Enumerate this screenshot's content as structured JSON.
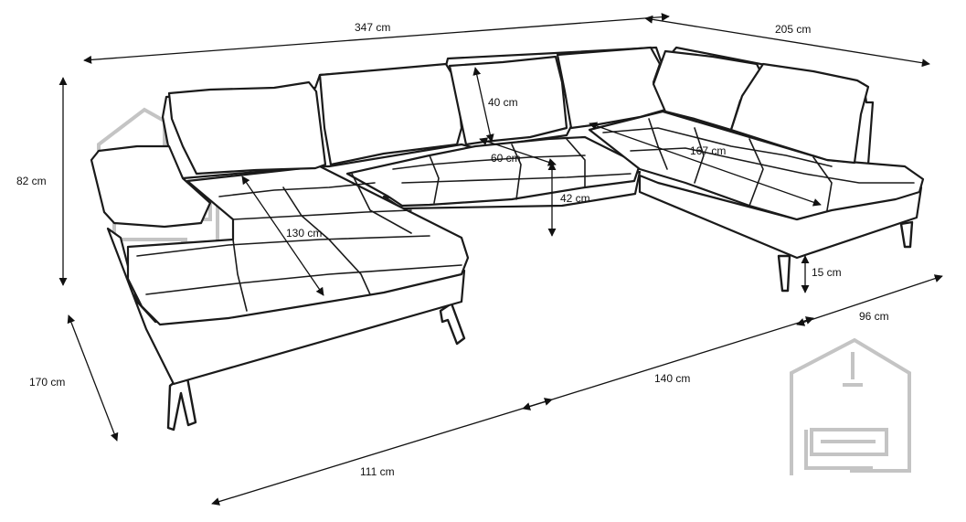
{
  "dimensions": {
    "total_width": "347 cm",
    "right_depth": "205 cm",
    "height": "82 cm",
    "backrest_height": "40 cm",
    "seat_depth": "60 cm",
    "seat_height": "42 cm",
    "right_chaise_length": "167 cm",
    "left_chaise_length": "130 cm",
    "leg_height": "15 cm",
    "left_depth": "170 cm",
    "front_right": "96 cm",
    "front_middle": "140 cm",
    "front_left": "111 cm"
  },
  "colors": {
    "line": "#1a1a1a",
    "logo": "#c4c4c4"
  },
  "icons": [
    "home-sofa-logo-icon"
  ]
}
